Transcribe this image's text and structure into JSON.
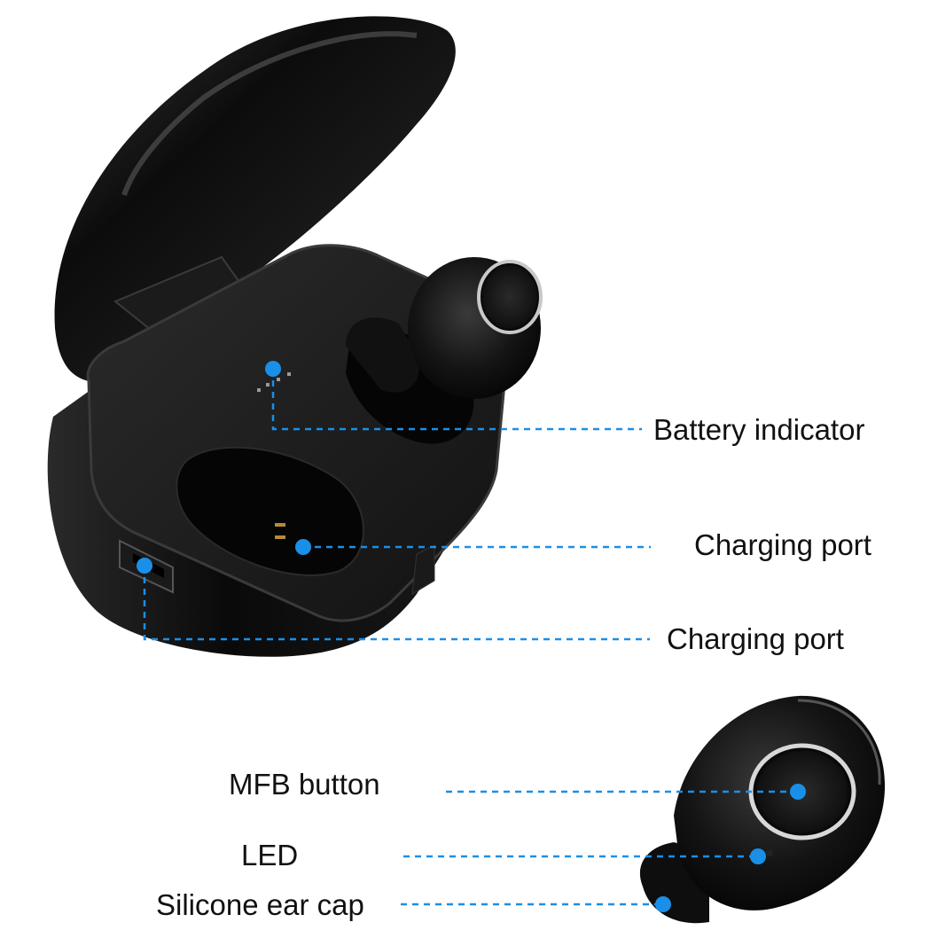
{
  "accent_color": "#1a8fe8",
  "product_color": "#111111",
  "case": {
    "callouts": [
      {
        "id": "battery",
        "label": "Battery indicator"
      },
      {
        "id": "case_port",
        "label": "Charging port"
      },
      {
        "id": "usb_port",
        "label": "Charging port"
      }
    ]
  },
  "earbud": {
    "callouts": [
      {
        "id": "mfb",
        "label": "MFB button"
      },
      {
        "id": "led",
        "label": "LED"
      },
      {
        "id": "eartip",
        "label": "Silicone ear cap"
      }
    ]
  }
}
